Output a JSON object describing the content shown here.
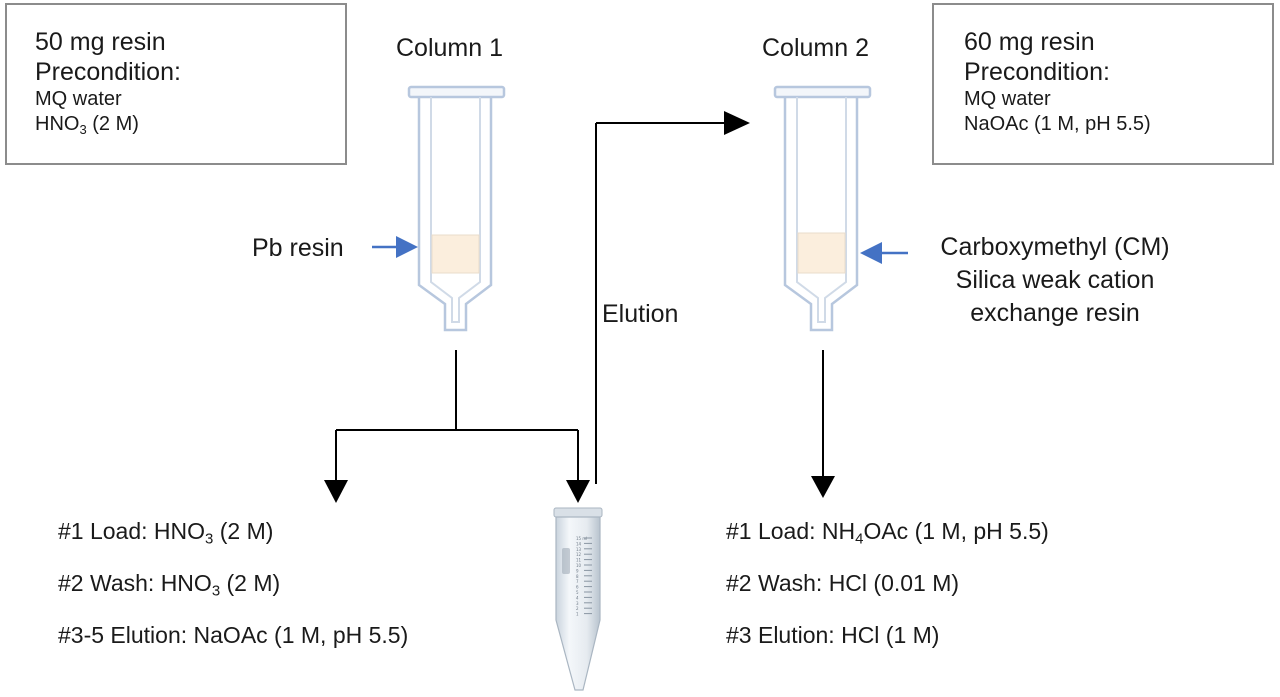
{
  "box_left": {
    "line1": "50 mg resin",
    "line2": "Precondition:",
    "item1": "MQ water",
    "item2": {
      "pre": "HNO",
      "sub": "3",
      "post": " (2 M)"
    }
  },
  "box_right": {
    "line1": "60 mg resin",
    "line2": "Precondition:",
    "item1": "MQ water",
    "item2": "NaOAc (1 M, pH 5.5)"
  },
  "column1": {
    "title": "Column 1",
    "resin_label": "Pb resin"
  },
  "column2": {
    "title": "Column 2",
    "resin_label": [
      "Carboxymethyl (CM)",
      "Silica weak cation",
      "exchange resin"
    ]
  },
  "elution_label": "Elution",
  "steps_left": [
    {
      "pre": "#1 Load: HNO",
      "sub": "3",
      "post": " (2 M)"
    },
    {
      "pre": "#2 Wash: HNO",
      "sub": "3",
      "post": " (2 M)"
    },
    {
      "pre": "#3-5 Elution: NaOAc (1 M, pH 5.5)",
      "sub": "",
      "post": ""
    }
  ],
  "steps_right": [
    {
      "pre": "#1 Load: NH",
      "sub": "4",
      "post": "OAc (1 M, pH 5.5)"
    },
    {
      "pre": "#2 Wash: HCl (0.01 M)",
      "sub": "",
      "post": ""
    },
    {
      "pre": "#3 Elution: HCl (1 M)",
      "sub": "",
      "post": ""
    }
  ],
  "colors": {
    "resin_fill": "#fbeedd",
    "accent_arrow": "#4472c4",
    "column_outline": "#b7c7de",
    "box_border": "#8c8c8c"
  },
  "tube_scale": [
    "15 ml",
    "14",
    "13",
    "12",
    "11",
    "10",
    "9",
    "8",
    "7",
    "6",
    "5",
    "4",
    "3",
    "2",
    "1"
  ]
}
